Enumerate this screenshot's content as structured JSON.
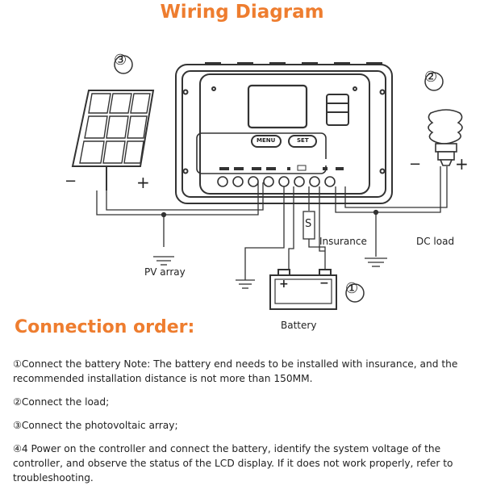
{
  "title": "Wiring Diagram",
  "labels": {
    "num_panel": "③",
    "num_load": "②",
    "num_battery": "①",
    "panel_minus": "−",
    "panel_plus": "+",
    "load_minus": "−",
    "load_plus": "+",
    "menu_button": "MENU",
    "set_button": "SET",
    "insurance": "Insurance",
    "dc_load": "DC load",
    "pv_array": "PV array",
    "battery": "Battery",
    "battery_plus": "+",
    "battery_minus": "−",
    "fuse_symbol": "S"
  },
  "connection_order": {
    "heading": "Connection order:",
    "steps": [
      "①Connect the battery Note: The battery end needs to be installed with insurance, and the recommended installation distance is not more than 150MM.",
      "②Connect the load;",
      "③Connect the photovoltaic array;",
      "④4 Power on the controller and connect the battery, identify the system voltage of the controller, and observe the status of the LCD display. If it does not work properly, refer to troubleshooting."
    ]
  },
  "colors": {
    "accent": "#ee7d2f",
    "line": "#333333"
  }
}
